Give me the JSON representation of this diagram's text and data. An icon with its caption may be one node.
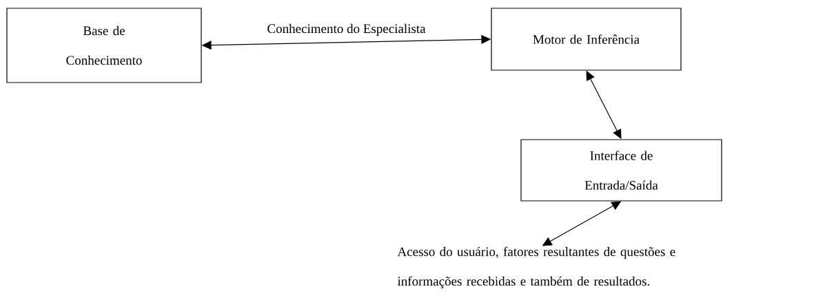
{
  "diagram": {
    "nodes": [
      {
        "text": [
          "Base de Conhecimento"
        ]
      },
      {
        "text": [
          "Motor de Inferência"
        ]
      },
      {
        "text": [
          "Interface de Entrada/Saída"
        ]
      },
      {
        "text": [
          "Acesso do usuário, fatores resultantes de questões e informações recebidas e também de resultados."
        ]
      }
    ],
    "edges": [
      {
        "from": 0,
        "to": 1,
        "arrow": "both",
        "label": "Conhecimento do Especialista"
      },
      {
        "from": 1,
        "to": 2,
        "arrow": "both"
      },
      {
        "from": 2,
        "to": 3,
        "arrow": "both"
      }
    ]
  }
}
